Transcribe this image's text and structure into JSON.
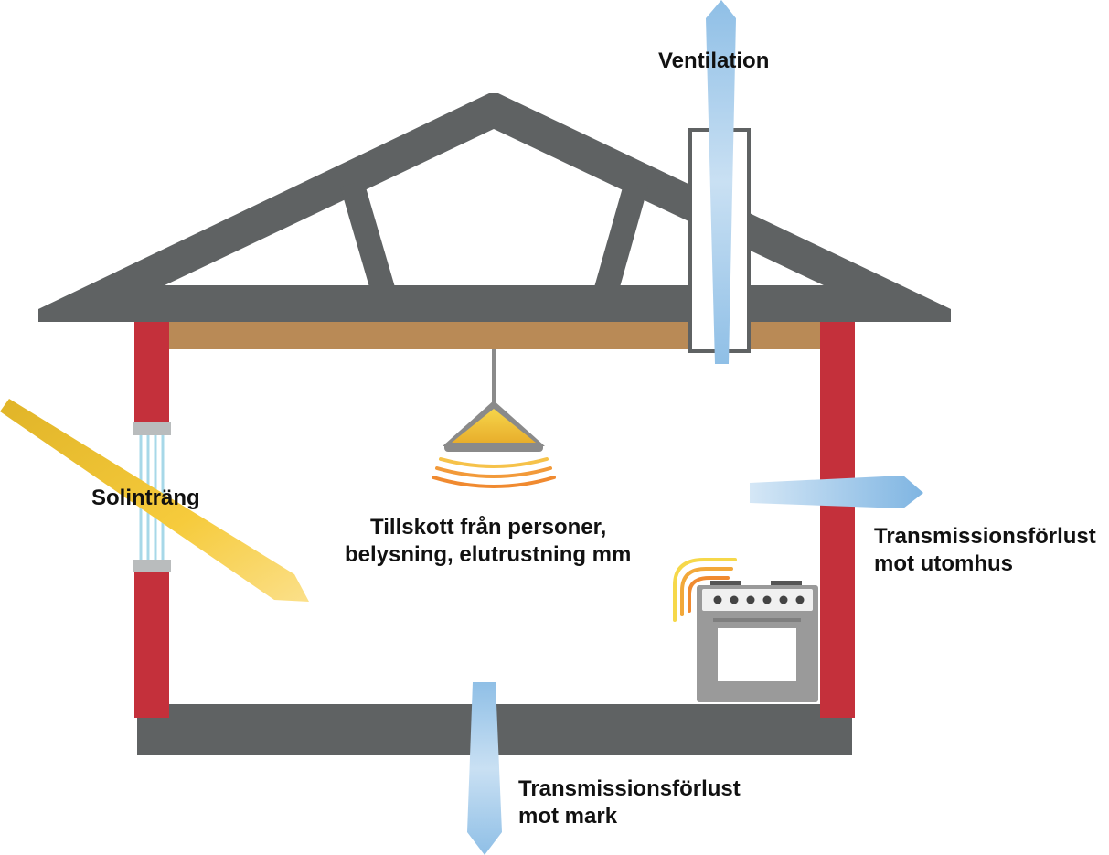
{
  "labels": {
    "ventilation": "Ventilation",
    "solar": "Solinträng",
    "gains_line1": "Tillskott från personer,",
    "gains_line2": "belysning, elutrustning mm",
    "loss_outdoor_line1": "Transmissionsförlust",
    "loss_outdoor_line2": "mot utomhus",
    "loss_ground_line1": "Transmissionsförlust",
    "loss_ground_line2": "mot mark"
  },
  "colors": {
    "structure": "#5f6263",
    "wall": "#c4303b",
    "ceiling": "#b98a56",
    "heat_flow": "#8fbfe6",
    "sun_ray": "#f2c23a",
    "lamp": "#8a8a8a",
    "stove": "#9a9a9a",
    "heat_waves": "#f08a30"
  },
  "icons": [
    "house-structure",
    "chimney",
    "ventilation-arrow",
    "window",
    "sun-ray-arrow",
    "ceiling-lamp",
    "heat-waves",
    "stove-icon",
    "outdoor-loss-arrow",
    "ground-loss-arrow"
  ]
}
